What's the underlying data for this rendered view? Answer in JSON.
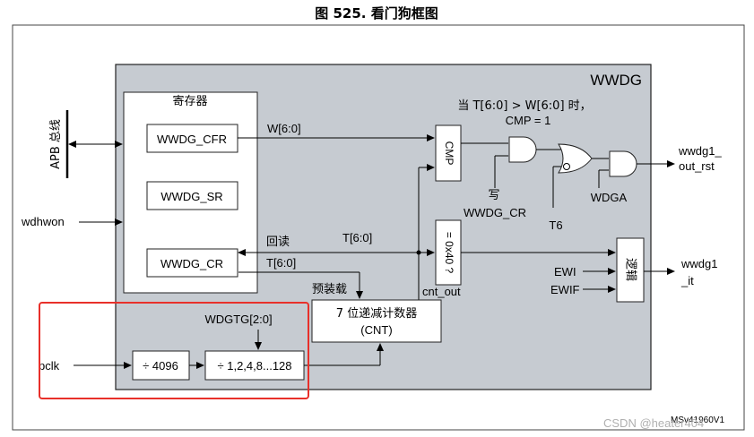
{
  "figure_title": "图 525. 看门狗框图",
  "wwdg_label": "WWDG",
  "registers": {
    "group_label": "寄存器",
    "cfr": "WWDG_CFR",
    "sr": "WWDG_SR",
    "cr": "WWDG_CR"
  },
  "left_signals": {
    "apb_bus": "APB 总线",
    "wdhwon": "wdhwon",
    "pclk": "pclk"
  },
  "wires": {
    "w_bits": "W[6:0]",
    "t_bits_top": "T[6:0]",
    "t_bits_low": "T[6:0]",
    "readback": "回读",
    "preload": "预装载",
    "cnt_out": "cnt_out",
    "wdgtb": "WDGTG[2:0]"
  },
  "compare": {
    "condition_line1": "当 T[6:0] > W[6:0] 时，",
    "condition_line2": "CMP = 1",
    "cmp_box": "CMP",
    "write_label": "写",
    "write_target": "WWDG_CR",
    "t6": "T6",
    "wdga": "WDGA"
  },
  "zero_check": "= 0x40 ?",
  "logic_box": "逻辑",
  "inputs": {
    "ewi": "EWI",
    "ewif": "EWIF"
  },
  "outputs": {
    "rst_line1": "wwdg1_",
    "rst_line2": "out_rst",
    "it_line1": "wwdg1",
    "it_line2": "_it"
  },
  "counter": {
    "line1": "7 位递减计数器",
    "line2": "(CNT)"
  },
  "prescalers": {
    "div4096": "÷ 4096",
    "div_sel": "÷ 1,2,4,8...128"
  },
  "footer": {
    "code": "MSv41960V1",
    "watermark": "CSDN @heater404"
  },
  "colors": {
    "wwdg_fill": "#c6cbd1",
    "highlight": "#e8302a",
    "watermark": "#b0b0b0"
  }
}
